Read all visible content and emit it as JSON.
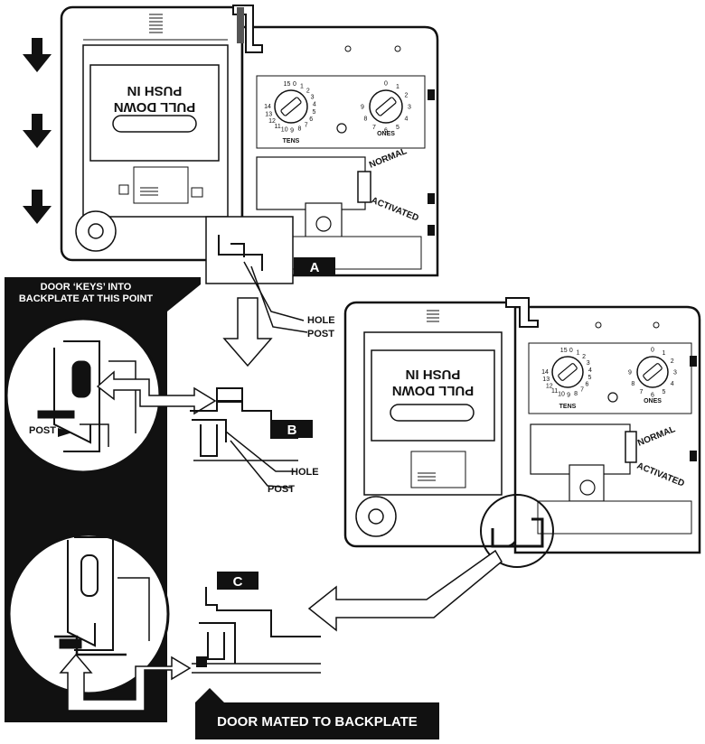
{
  "top_unit": {
    "panel_line1": "PUSH IN",
    "panel_line2": "PULL DOWN",
    "dial_left_label": "TENS",
    "dial_right_label": "ONES",
    "switch_normal": "NORMAL",
    "switch_activated": "ACTIVATED",
    "tens_numbers": [
      "15",
      "0",
      "1",
      "2",
      "3",
      "4",
      "5",
      "6",
      "7",
      "8",
      "9",
      "10",
      "11",
      "12",
      "13",
      "14"
    ],
    "ones_numbers": [
      "0",
      "1",
      "2",
      "3",
      "4",
      "5",
      "6",
      "7",
      "8",
      "9"
    ]
  },
  "bottom_unit": {
    "panel_line1": "PUSH IN",
    "panel_line2": "PULL DOWN",
    "dial_left_label": "TENS",
    "dial_right_label": "ONES",
    "switch_normal": "NORMAL",
    "switch_activated": "ACTIVATED"
  },
  "callouts": {
    "a": "A",
    "b": "B",
    "c": "C",
    "hole_a": "HOLE",
    "post_a": "POST",
    "hole_b": "HOLE",
    "post_b": "POST",
    "post_detail": "POST"
  },
  "notes": {
    "keys_line1": "DOOR ‘KEYS’ INTO",
    "keys_line2": "BACKPLATE AT THIS POINT",
    "mated": "DOOR MATED TO BACKPLATE"
  },
  "colors": {
    "ink": "#111111",
    "paper": "#ffffff",
    "shade": "#d9d9d9",
    "label_box": "#111111"
  }
}
